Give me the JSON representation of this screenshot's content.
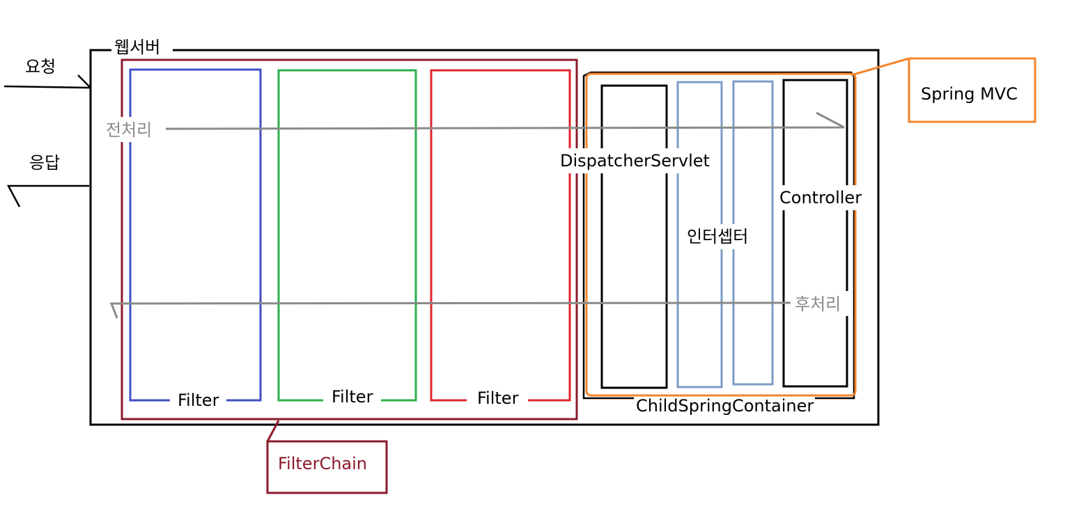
{
  "labels": {
    "webserver": "웹서버",
    "request": "요청",
    "response": "응답",
    "preprocess": "전처리",
    "postprocess": "후처리",
    "filter_1": "Filter",
    "filter_2": "Filter",
    "filter_3": "Filter",
    "filter_chain": "FilterChain",
    "dispatcher_servlet": "DispatcherServlet",
    "interceptor": "인터셉터",
    "controller": "Controller",
    "child_container": "ChildSpringContainer",
    "spring_mvc": "Spring MVC"
  },
  "colors": {
    "outline": "#000000",
    "filter_chain": "#8b1a2b",
    "filter_1": "#3f4fc4",
    "filter_2": "#2bb04a",
    "filter_3": "#e0242c",
    "spring_mvc": "#f5852d",
    "interceptor": "#7b9cc6",
    "flow_arrow": "#8a8a8a"
  }
}
